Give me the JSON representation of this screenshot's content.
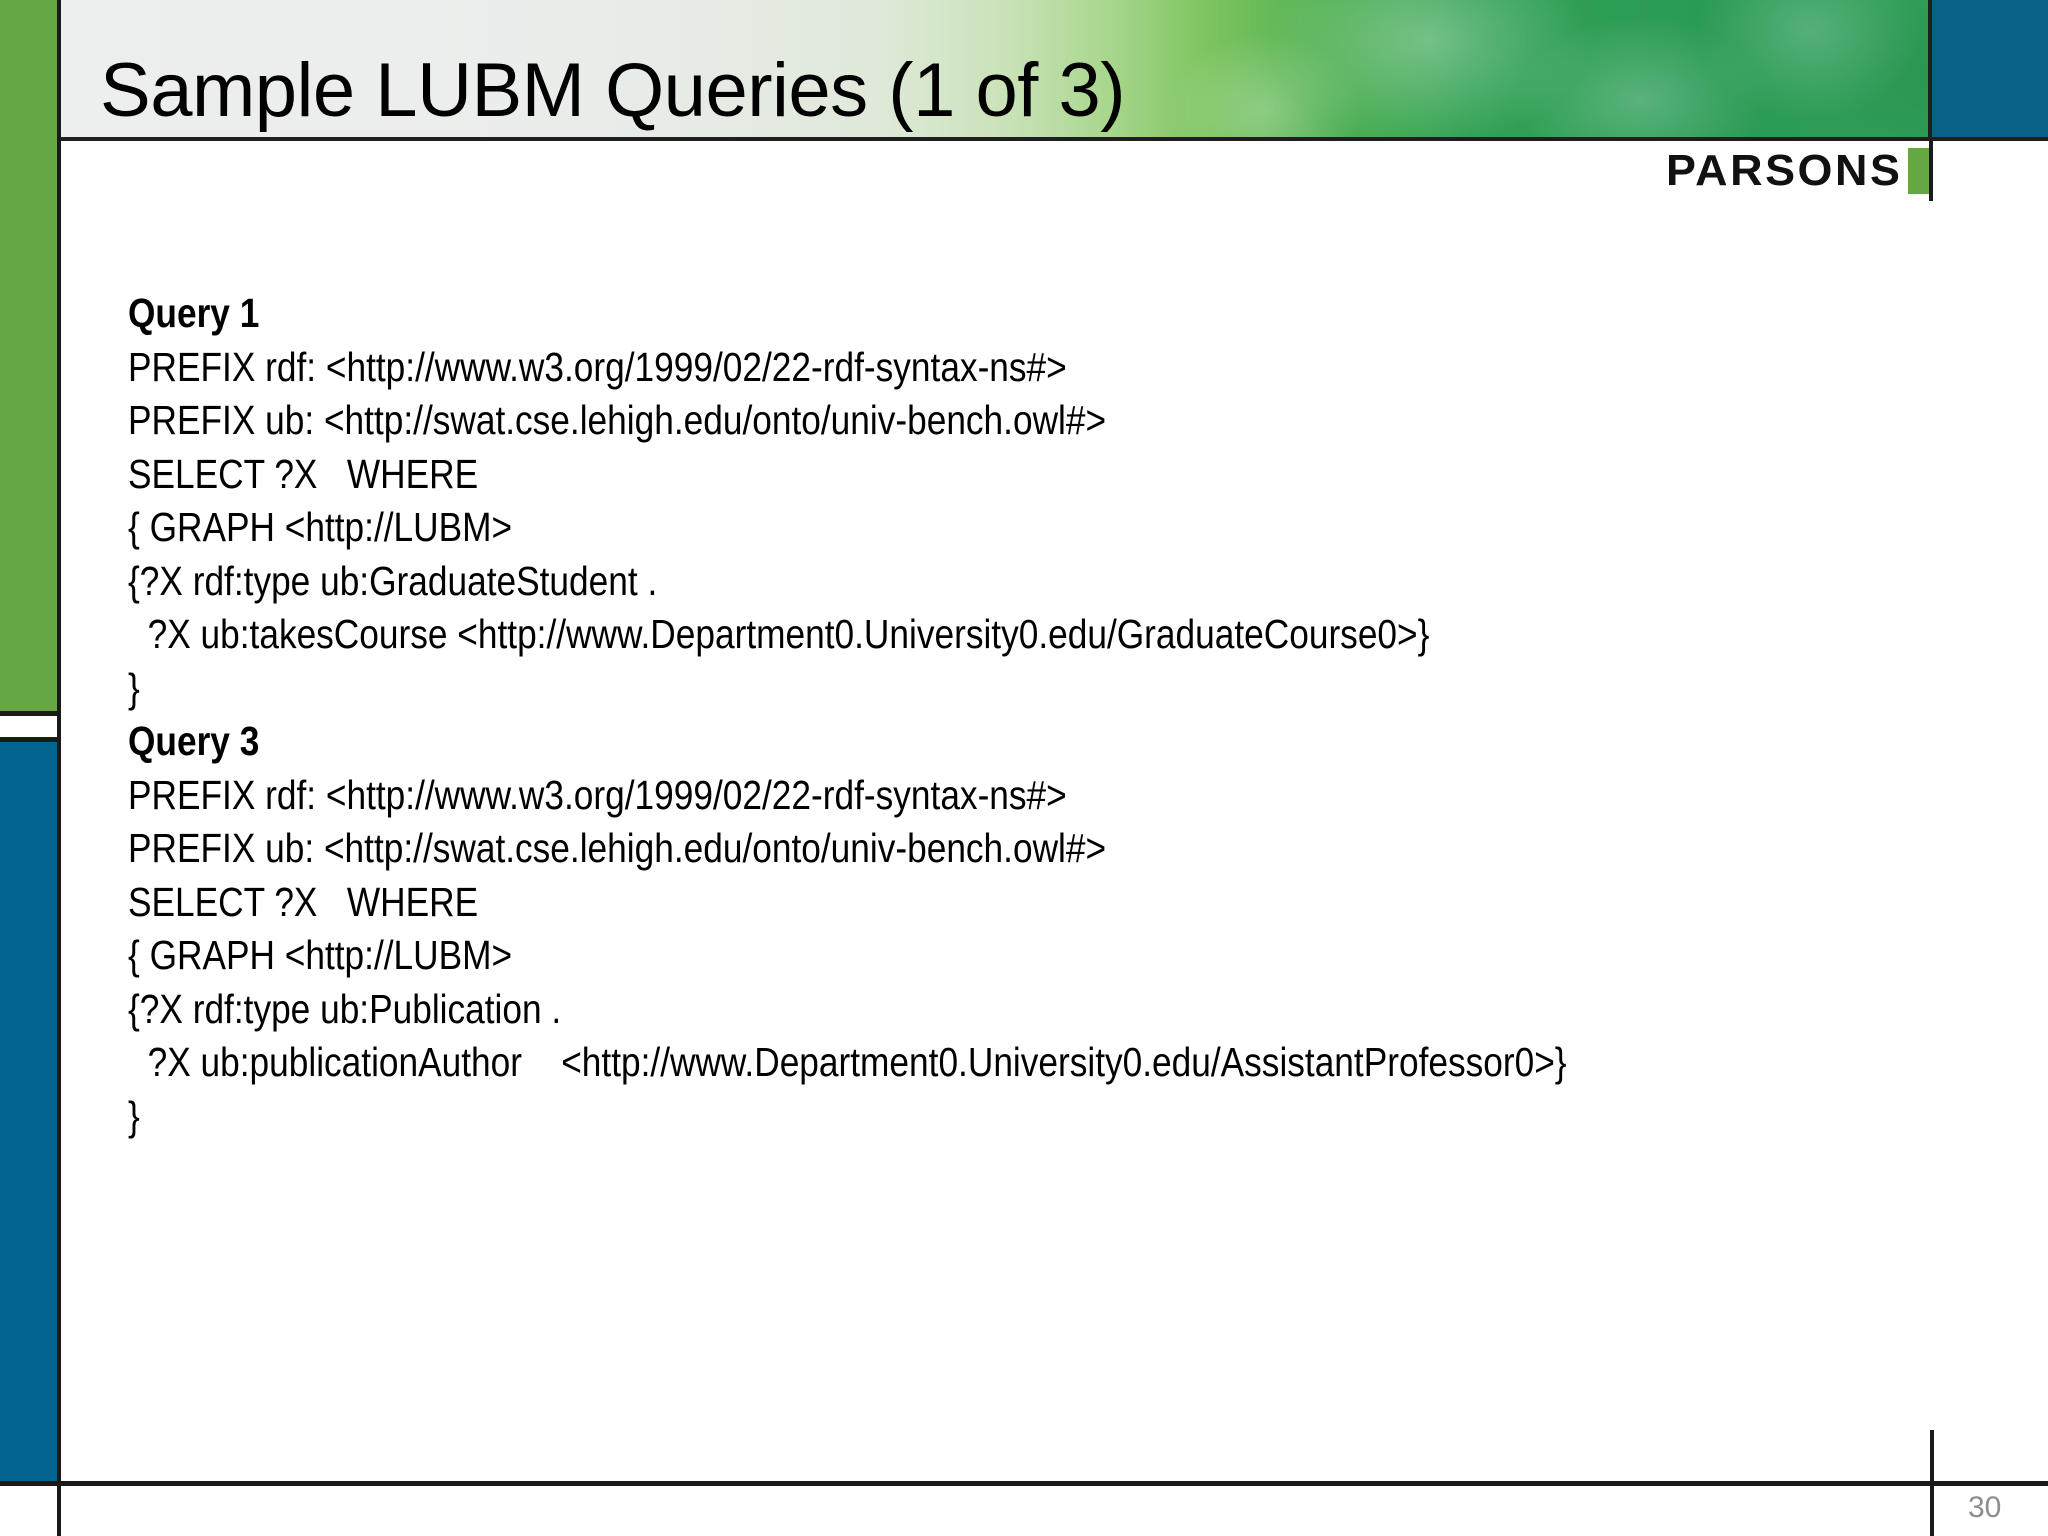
{
  "slide": {
    "title": "Sample LUBM Queries (1 of 3)",
    "page_number": "30",
    "brand": {
      "logo_text": "PARSONS"
    },
    "colors": {
      "rail_green": "#64a743",
      "rail_blue": "#046490",
      "header_green": "#2f9e57",
      "header_light": "#edefee",
      "header_blue_strip": "#0a6289",
      "logo_bar_green": "#64a743",
      "page_number_gray": "#8d8d8d",
      "text_black": "#000000"
    }
  },
  "content": {
    "blocks": [
      {
        "heading": "Query 1",
        "lines": [
          "PREFIX rdf: <http://www.w3.org/1999/02/22-rdf-syntax-ns#>",
          "PREFIX ub: <http://swat.cse.lehigh.edu/onto/univ-bench.owl#>",
          "SELECT ?X   WHERE",
          "{ GRAPH <http://LUBM>",
          "{?X rdf:type ub:GraduateStudent .",
          "  ?X ub:takesCourse <http://www.Department0.University0.edu/GraduateCourse0>}",
          "}"
        ]
      },
      {
        "heading": "Query 3",
        "lines": [
          "PREFIX rdf: <http://www.w3.org/1999/02/22-rdf-syntax-ns#>",
          "PREFIX ub: <http://swat.cse.lehigh.edu/onto/univ-bench.owl#>",
          "SELECT ?X   WHERE",
          "{ GRAPH <http://LUBM>",
          "{?X rdf:type ub:Publication .",
          "  ?X ub:publicationAuthor    <http://www.Department0.University0.edu/AssistantProfessor0>}",
          "}"
        ]
      }
    ],
    "flat_lines": [
      {
        "text": "Query 1",
        "bold": true
      },
      {
        "text": "PREFIX rdf: <http://www.w3.org/1999/02/22-rdf-syntax-ns#>",
        "bold": false
      },
      {
        "text": "PREFIX ub: <http://swat.cse.lehigh.edu/onto/univ-bench.owl#>",
        "bold": false
      },
      {
        "text": "SELECT ?X   WHERE",
        "bold": false
      },
      {
        "text": "{ GRAPH <http://LUBM>",
        "bold": false
      },
      {
        "text": "{?X rdf:type ub:GraduateStudent .",
        "bold": false
      },
      {
        "text": "  ?X ub:takesCourse <http://www.Department0.University0.edu/GraduateCourse0>}",
        "bold": false
      },
      {
        "text": "}",
        "bold": false
      },
      {
        "text": "Query 3",
        "bold": true
      },
      {
        "text": "PREFIX rdf: <http://www.w3.org/1999/02/22-rdf-syntax-ns#>",
        "bold": false
      },
      {
        "text": "PREFIX ub: <http://swat.cse.lehigh.edu/onto/univ-bench.owl#>",
        "bold": false
      },
      {
        "text": "SELECT ?X   WHERE",
        "bold": false
      },
      {
        "text": "{ GRAPH <http://LUBM>",
        "bold": false
      },
      {
        "text": "{?X rdf:type ub:Publication .",
        "bold": false
      },
      {
        "text": "  ?X ub:publicationAuthor    <http://www.Department0.University0.edu/AssistantProfessor0>}",
        "bold": false
      },
      {
        "text": "}",
        "bold": false
      }
    ]
  }
}
